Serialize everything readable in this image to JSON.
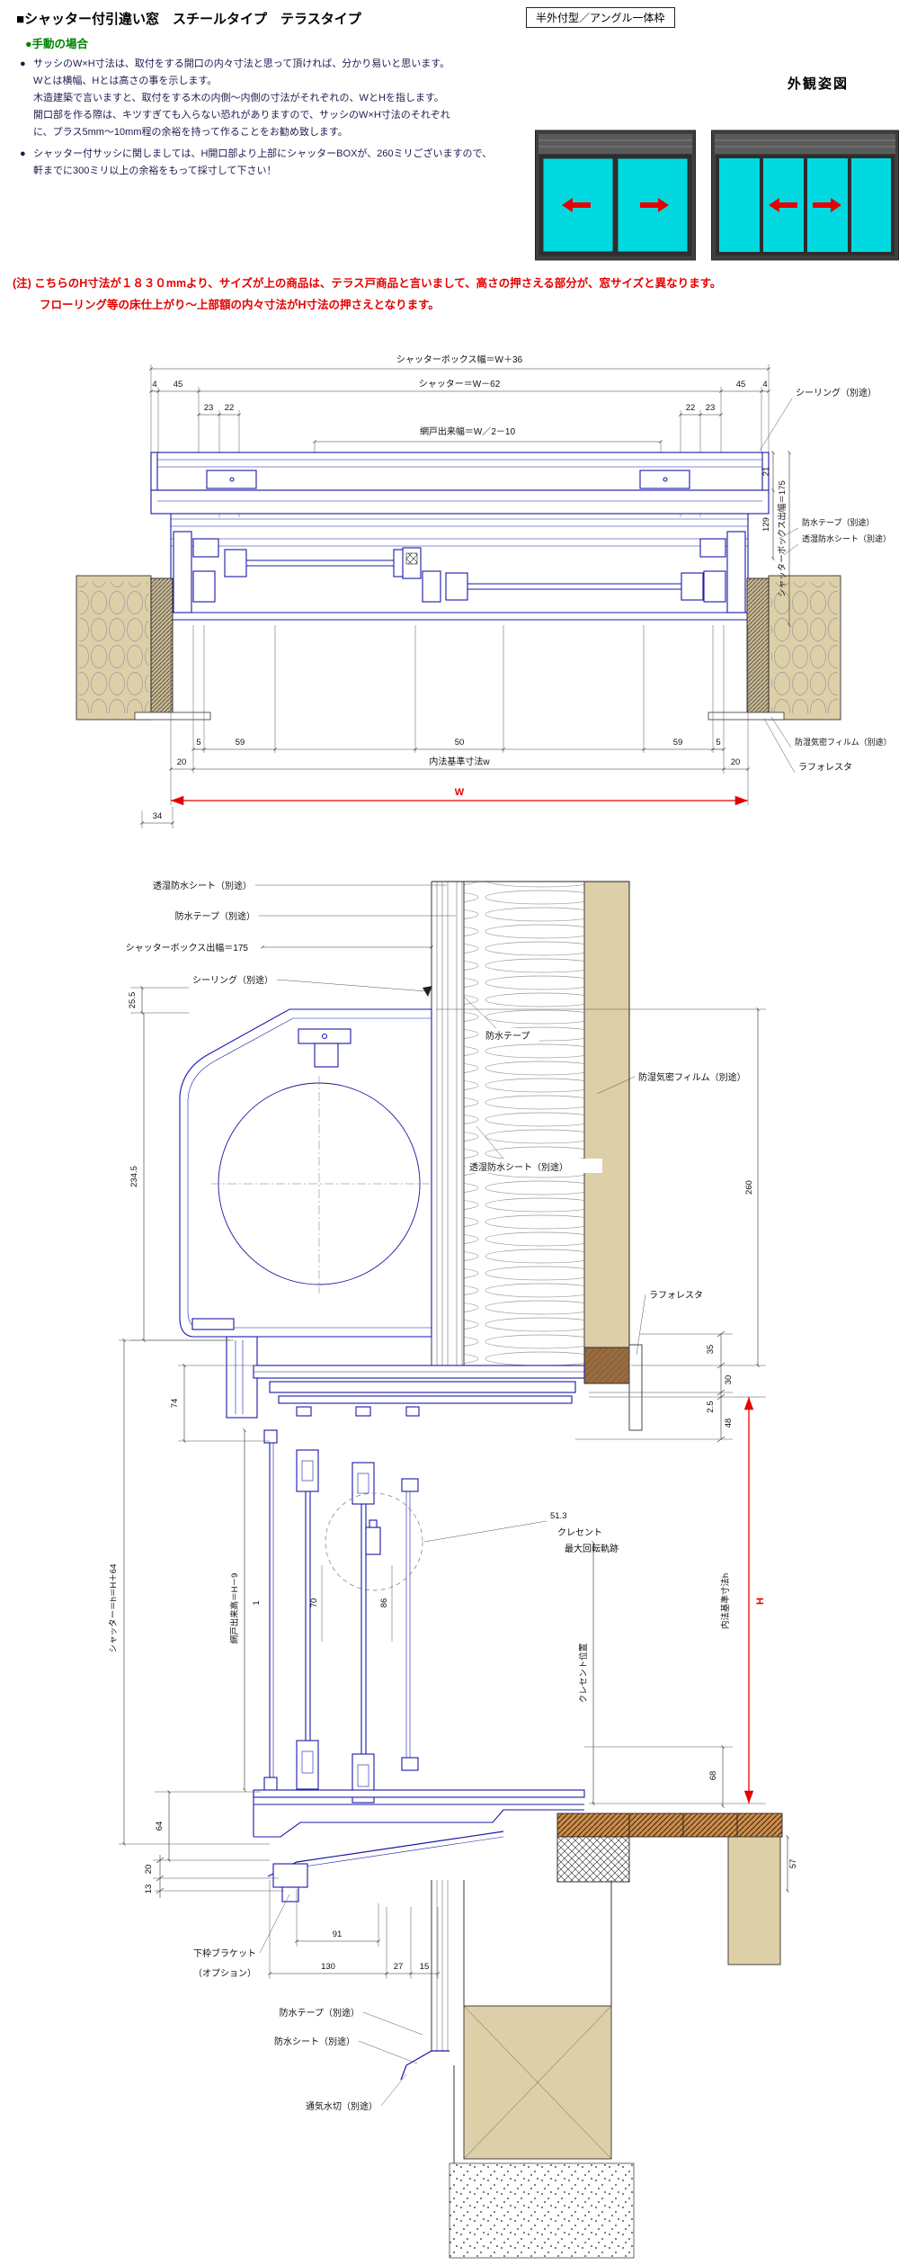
{
  "header": {
    "title": "■シャッター付引違い窓　スチールタイプ　テラスタイプ",
    "badge": "半外付型／アングル一体枠",
    "mode": "●手動の場合",
    "bullet": "●",
    "exterior_label": "外観姿図",
    "notes": [
      {
        "lines": [
          "サッシのW×H寸法は、取付をする開口の内々寸法と思って頂ければ、分かり易いと思います。",
          "Wとは横幅、Hとは高さの事を示します。",
          "木造建築で言いますと、取付をする木の内側～内側の寸法がそれぞれの、WとHを指します。",
          "開口部を作る際は、キツすぎても入らない恐れがありますので、サッシのW×H寸法のそれぞれ",
          "に、プラス5mm～10mm程の余裕を持って作ることをお勧め致します。"
        ]
      },
      {
        "lines": [
          "シャッター付サッシに関しましては、H開口部より上部にシャッターBOXが、260ミリございますので、",
          "軒までに300ミリ以上の余裕をもって採寸して下さい！"
        ]
      }
    ],
    "warning": [
      "(注) こちらのH寸法が１８３０mmより、サイズが上の商品は、テラス戸商品と言いまして、高さの押さえる部分が、窓サイズと異なります。",
      "フローリング等の床仕上がり～上部額の内々寸法がH寸法の押さえとなります。"
    ]
  },
  "plan": {
    "dim_top": "シャッターボックス幅＝W＋36",
    "dim_shutter": "シャッター＝W－62",
    "dim_screen": "網戸出来幅＝W／2－10",
    "dims_left": [
      "4",
      "45",
      "23",
      "22"
    ],
    "dims_right": [
      "22",
      "23",
      "45",
      "4"
    ],
    "dim_21": "21",
    "dim_129": "129",
    "dim_box_depth": "シャッターボックス出幅＝175",
    "label_sealing": "シーリング（別途）",
    "label_tape": "防水テープ（別途）",
    "label_sheet": "透湿防水シート（別途）",
    "label_film": "防湿気密フィルム（別途）",
    "label_laforesta": "ラフォレスタ",
    "dims_bottom": [
      "5",
      "59",
      "50",
      "59",
      "5"
    ],
    "dim_20l": "20",
    "label_inner_w": "内法基準寸法w",
    "dim_20r": "20",
    "dim_W": "W",
    "dim_34": "34"
  },
  "section": {
    "label_sheet_top": "透湿防水シート（別途）",
    "label_tape_top": "防水テープ（別途）",
    "dim_box_depth": "シャッターボックス出幅＝175",
    "label_sealing": "シーリング（別途）",
    "label_tape2": "防水テープ",
    "label_film": "防湿気密フィルム（別途）",
    "label_sheet2": "透湿防水シート（別途）",
    "label_laforesta": "ラフォレスタ",
    "dim_25_5": "25.5",
    "dim_234_5": "234.5",
    "dim_260": "260",
    "dim_35": "35",
    "dim_30": "30",
    "dim_2_5": "2.5",
    "dim_48": "48",
    "dim_74": "74",
    "dim_1": "1",
    "dim_70": "70",
    "dim_86": "86",
    "dim_68": "68",
    "dim_64": "64",
    "dim_20": "20",
    "dim_13": "13",
    "dim_57": "57",
    "dim_91": "91",
    "dim_130": "130",
    "dim_27": "27",
    "dim_15": "15",
    "label_shutter_h": "シャッター＝h＝H＋64",
    "label_screen_h": "網戸出来高＝H－9",
    "label_inner_h": "内法基準寸法h",
    "dim_H": "H",
    "crescent_dim": "51.3",
    "crescent_label": "クレセント",
    "crescent_arc": "最大回転軌跡",
    "crescent_pos": "クレセント位置",
    "label_bracket1": "下枠ブラケット",
    "label_bracket2": "（オプション）",
    "label_tape_b": "防水テープ（別途）",
    "label_sheet_b": "防水シート（別途）",
    "label_drip": "通気水切（別途）"
  }
}
